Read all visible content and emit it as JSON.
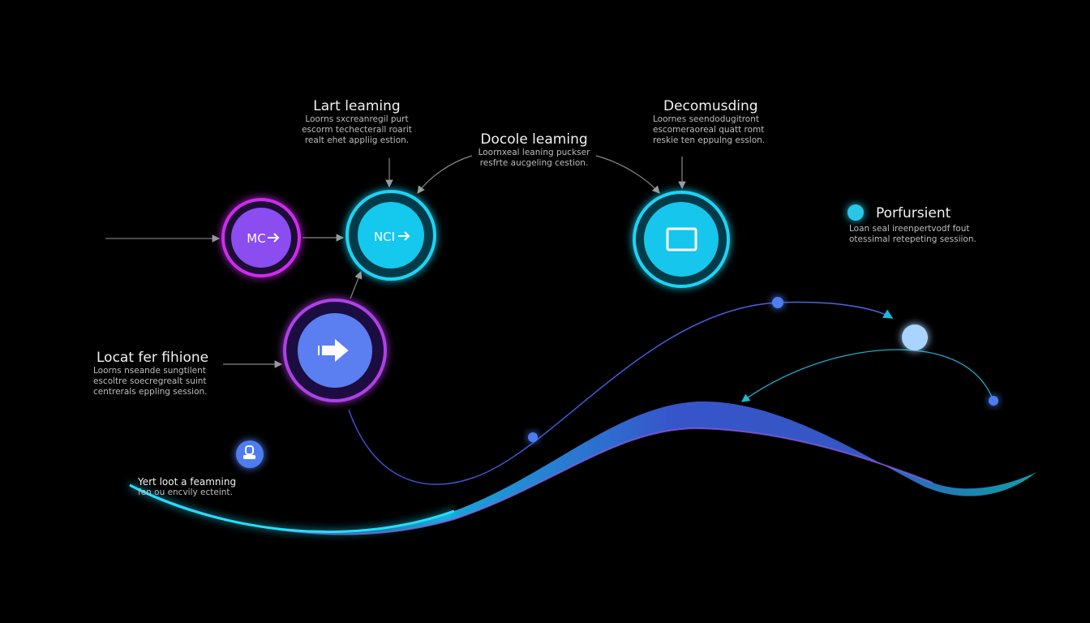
{
  "colors": {
    "background": "#000000",
    "magenta": "#d02cf0",
    "purple": "#8b4cf0",
    "cyan": "#16cdf0",
    "blue": "#5b7ef0"
  },
  "labels": [
    {
      "title": "Lart leaming",
      "desc": "Loorns sxcreanregil purt\nescorm techecterall roarit\nrealt ehet appliig estion."
    },
    {
      "title": "Docole leaming",
      "desc": "Loornxeal leaning puckser\nresfrte aucgeling cestion."
    },
    {
      "title": "Decomusding",
      "desc": "Loornes seendodugitront\nescomeraoreal quatt romt\nreskie ten eppulng esslon."
    },
    {
      "title": "Porfursient",
      "desc": "Loan seal ireenpertvodf fout\notessimal retepeting sessiion."
    },
    {
      "title": "Locat fer fihione",
      "desc": "Loorns nseande sungtilent\nescoltre soecregrealt suint\ncentrerals eppling session."
    },
    {
      "title": "Yert loot a feamning",
      "desc": "fen ou encvily ecteint."
    }
  ],
  "nodes": [
    {
      "label": "MC",
      "icon": "arrow-right-icon"
    },
    {
      "label": "NCI",
      "icon": "arrow-right-icon"
    },
    {
      "label": "",
      "icon": "arrow-right-icon"
    },
    {
      "label": "",
      "icon": "square-frame-icon"
    },
    {
      "label": "",
      "icon": "dot-icon"
    },
    {
      "label": "",
      "icon": "user-icon"
    }
  ]
}
